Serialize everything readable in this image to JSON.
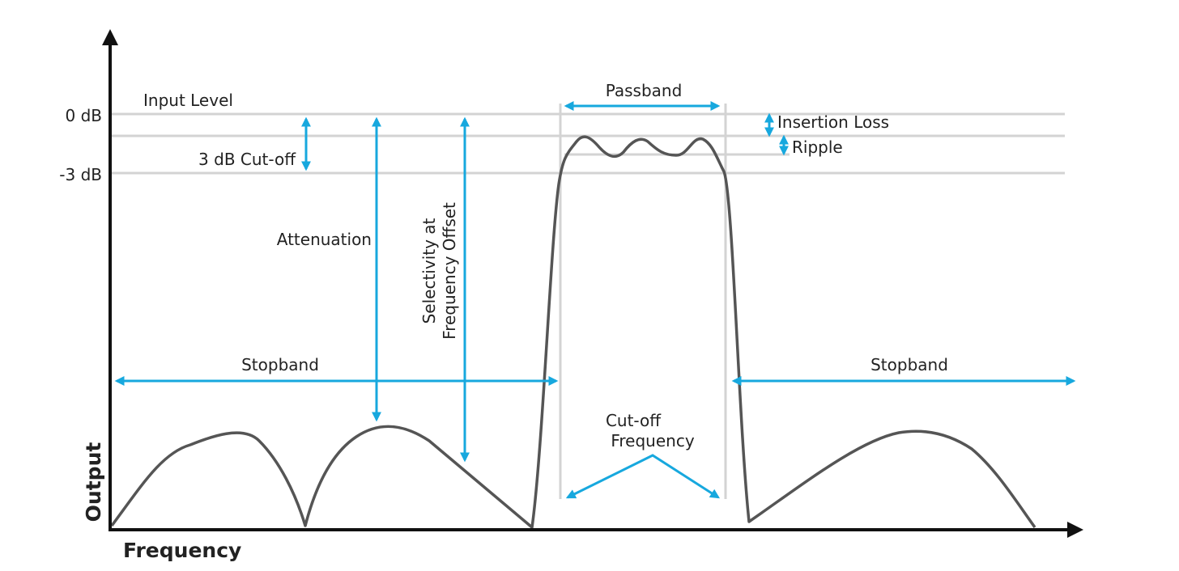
{
  "title": "Filter frequency response diagram",
  "axes": {
    "x_label": "Frequency",
    "y_label": "Output"
  },
  "levels": {
    "zero_db": "0 dB",
    "minus_three_db": "-3 dB",
    "input_level": "Input Level"
  },
  "labels": {
    "cutoff_3db": "3 dB Cut-off",
    "attenuation": "Attenuation",
    "selectivity_line1": "Selectivity at",
    "selectivity_line2": "Frequency Offset",
    "stopband_left": "Stopband",
    "stopband_right": "Stopband",
    "passband": "Passband",
    "insertion_loss": "Insertion Loss",
    "ripple": "Ripple",
    "cutoff_freq_line1": "Cut-off",
    "cutoff_freq_line2": "Frequency"
  },
  "colors": {
    "annotation": "#17a8de",
    "curve": "#555555",
    "grid": "#d3d3d3",
    "axis": "#111111"
  }
}
